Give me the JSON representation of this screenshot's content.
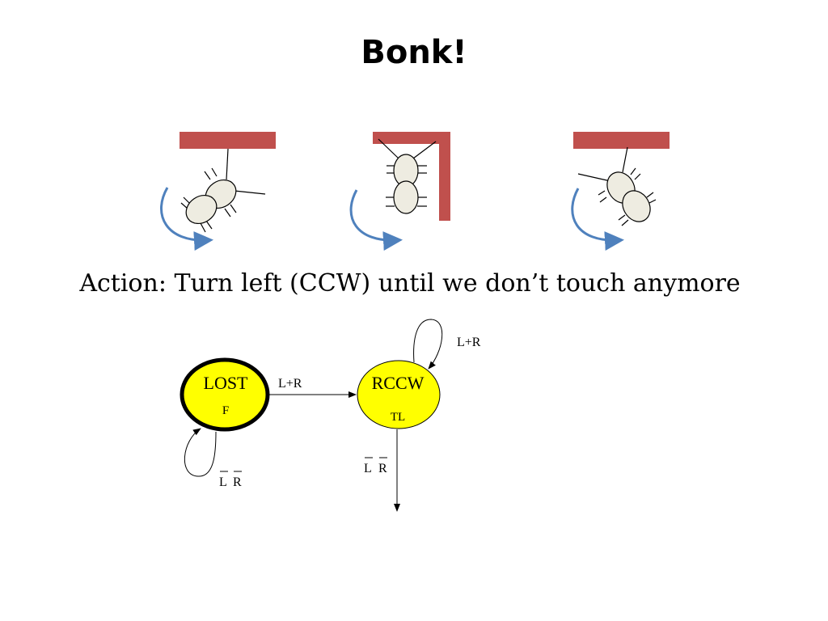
{
  "slide": {
    "title": "Bonk!",
    "action_text": "Action: Turn left (CCW) until we don’t touch anymore"
  },
  "colors": {
    "wall": "#c0504d",
    "robot_fill": "#eeece1",
    "arrow": "#4f81bd",
    "state_fill": "#ffff00"
  },
  "fsm": {
    "states": [
      {
        "name": "LOST",
        "output": "F",
        "initial": true
      },
      {
        "name": "RCCW",
        "output": "TL"
      }
    ],
    "transitions": [
      {
        "from": "LOST",
        "to": "RCCW",
        "label": "L+R"
      },
      {
        "from": "RCCW",
        "to": "RCCW",
        "label": "L+R"
      },
      {
        "from": "LOST",
        "to": "LOST",
        "label_l": "L",
        "label_r": "R"
      },
      {
        "from": "RCCW",
        "to": "exit",
        "label_l": "L",
        "label_r": "R"
      }
    ]
  }
}
